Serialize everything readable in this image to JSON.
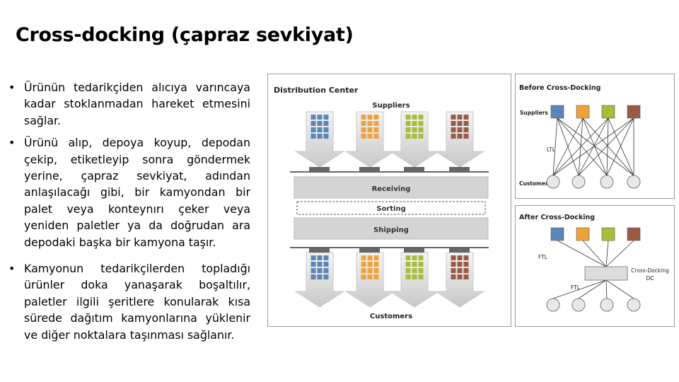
{
  "slide": {
    "title": "Cross-docking (çapraz sevkiyat)",
    "bullets": [
      "Ürünün tedarikçiden alıcıya varıncaya kadar stoklanmadan hareket etmesini sağlar.",
      "Ürünü alıp, depoya koyup, depodan çekip, etiketleyip sonra göndermek yerine, çapraz sevkiyat, adından anlaşılacağı gibi, bir kamyondan bir palet veya konteynırı çeker veya yeniden paletler ya da doğrudan ara depodaki başka bir kamyona taşır.",
      "Kamyonun tedarikçilerden topladığı ürünler doka yanaşarak boşaltılır, paletler ilgili şeritlere konularak kısa sürede dağıtım kamyonlarına yüklenir ve diğer noktalara taşınması sağlanır."
    ],
    "bullet_marker": "•"
  },
  "diagram": {
    "distribution_center": {
      "title": "Distribution Center",
      "suppliers_label": "Suppliers",
      "customers_label": "Customers",
      "stages": [
        "Receiving",
        "Sorting",
        "Shipping"
      ]
    },
    "before": {
      "title": "Before Cross-Docking",
      "suppliers_label": "Suppliers",
      "ltl_label": "LTL",
      "customers_label": "Customers"
    },
    "after": {
      "title": "After Cross-Docking",
      "ftl_top_label": "FTL",
      "ftl_bottom_label": "FTL",
      "dc_label_line1": "Cross-Docking",
      "dc_label_line2": "DC"
    },
    "colors": {
      "blue": "#5b86b7",
      "orange": "#f0a23a",
      "green": "#a8be3a",
      "brown": "#9a5b45",
      "gray_bar": "#d0d0d0",
      "dark_bar": "#666666"
    }
  }
}
